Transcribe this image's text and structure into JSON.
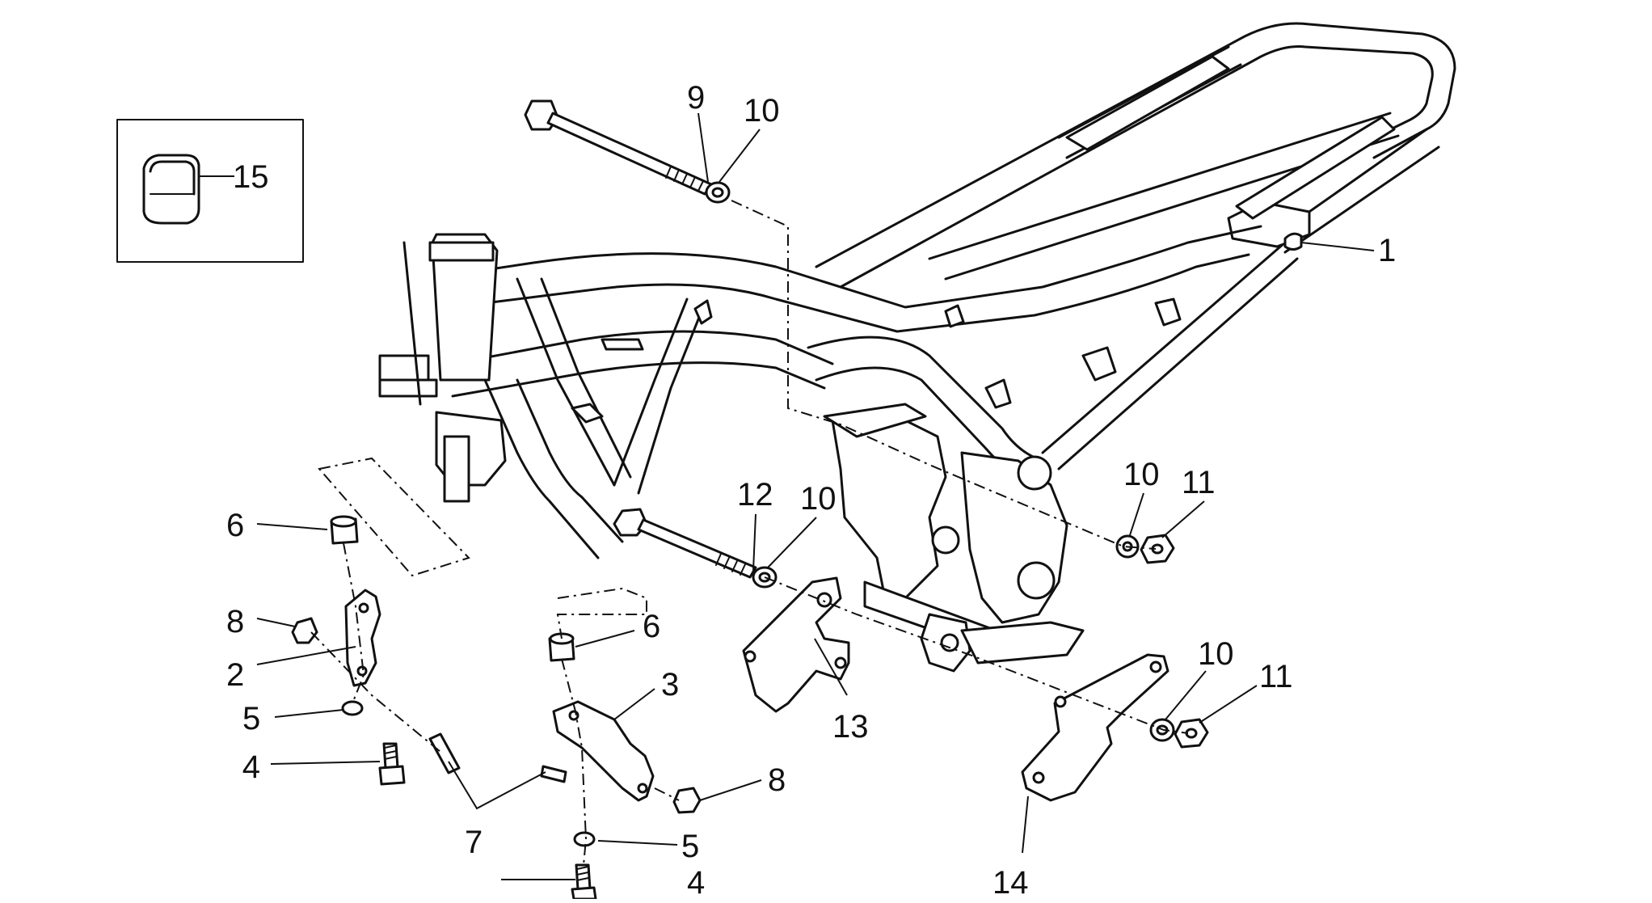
{
  "diagram": {
    "callouts": [
      {
        "id": "c1",
        "text": "1"
      },
      {
        "id": "c2",
        "text": "2"
      },
      {
        "id": "c3",
        "text": "3"
      },
      {
        "id": "c4a",
        "text": "4"
      },
      {
        "id": "c4b",
        "text": "4"
      },
      {
        "id": "c5a",
        "text": "5"
      },
      {
        "id": "c5b",
        "text": "5"
      },
      {
        "id": "c6a",
        "text": "6"
      },
      {
        "id": "c6b",
        "text": "6"
      },
      {
        "id": "c7",
        "text": "7"
      },
      {
        "id": "c8a",
        "text": "8"
      },
      {
        "id": "c8b",
        "text": "8"
      },
      {
        "id": "c9",
        "text": "9"
      },
      {
        "id": "c10a",
        "text": "10"
      },
      {
        "id": "c10b",
        "text": "10"
      },
      {
        "id": "c10c",
        "text": "10"
      },
      {
        "id": "c10d",
        "text": "10"
      },
      {
        "id": "c11a",
        "text": "11"
      },
      {
        "id": "c11b",
        "text": "11"
      },
      {
        "id": "c12",
        "text": "12"
      },
      {
        "id": "c13",
        "text": "13"
      },
      {
        "id": "c14",
        "text": "14"
      },
      {
        "id": "c15",
        "text": "15"
      }
    ]
  }
}
